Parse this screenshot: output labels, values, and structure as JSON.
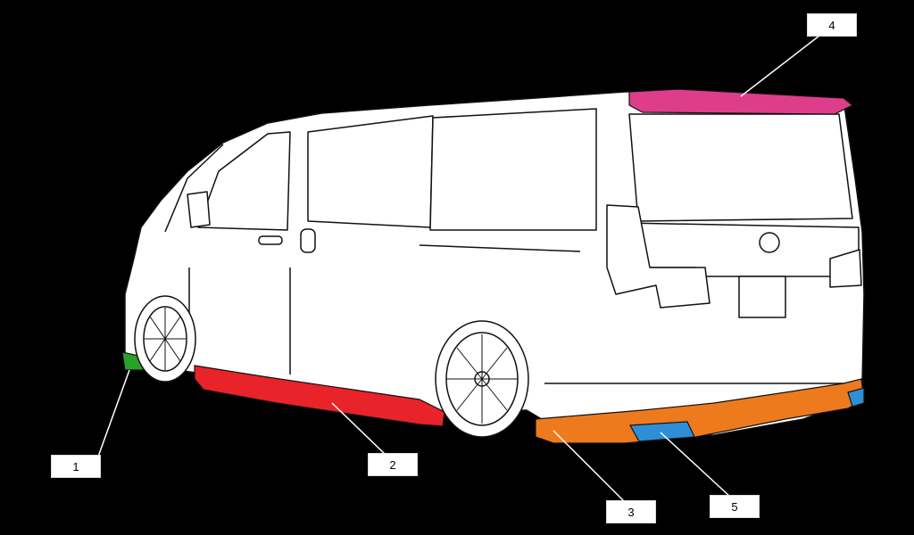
{
  "callouts": [
    {
      "number": "1",
      "part": "front-lip",
      "color": "#2aa22a"
    },
    {
      "number": "2",
      "part": "side-skirt",
      "color": "#e8232a"
    },
    {
      "number": "3",
      "part": "rear-bumper",
      "color": "#ee7a1e"
    },
    {
      "number": "4",
      "part": "roof-spoiler",
      "color": "#de3d8c"
    },
    {
      "number": "5",
      "part": "rear-diffuser-fins",
      "color": "#2f8fd6"
    }
  ],
  "colors": {
    "background": "#000000",
    "body": "#ffffff",
    "outline": "#111111",
    "leader": "#ffffff"
  }
}
